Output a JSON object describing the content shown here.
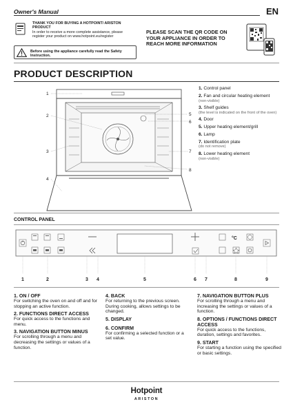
{
  "header": {
    "manual_title": "Owner's Manual",
    "language": "EN"
  },
  "thanks": {
    "heading_1": "THANK YOU FOR BUYING A HOTPOINT/ ARISTON",
    "heading_2": "PRODUCT",
    "body_1": "In order to receive a more complete assistance, please",
    "body_2": "register your product on www.hotpoint.eu/register"
  },
  "warning": {
    "line_1": "Before using the appliance carefully read the Safety",
    "line_2": "Instruction."
  },
  "qr": {
    "line_1": "PLEASE SCAN THE QR CODE ON",
    "line_2": "YOUR APPLIANCE IN ORDER TO",
    "line_3": "REACH MORE INFORMATION"
  },
  "product_description": {
    "title": "PRODUCT DESCRIPTION",
    "callouts": [
      "1",
      "2",
      "3",
      "4",
      "5",
      "6",
      "7",
      "8"
    ],
    "parts": [
      {
        "num": "1.",
        "label": "Control panel",
        "note": ""
      },
      {
        "num": "2.",
        "label": "Fan and circular heating element",
        "note": "(non-visible)"
      },
      {
        "num": "3.",
        "label": "Shelf guides",
        "note": "(the level is indicated on the front of the oven)"
      },
      {
        "num": "4.",
        "label": "Door",
        "note": ""
      },
      {
        "num": "5.",
        "label": "Upper heating element/grill",
        "note": ""
      },
      {
        "num": "6.",
        "label": "Lamp",
        "note": ""
      },
      {
        "num": "7.",
        "label": "Identification plate",
        "note": "(do not remove)"
      },
      {
        "num": "8.",
        "label": "Lower heating element",
        "note": "(non-visible)"
      }
    ]
  },
  "control_panel": {
    "title": "CONTROL PANEL",
    "display_unit": "°C",
    "numbers": [
      "1",
      "2",
      "3",
      "4",
      "5",
      "6",
      "7",
      "8",
      "9"
    ],
    "items": [
      {
        "head": "1. ON / OFF",
        "text": "For switching the oven on and off and for stopping an active function."
      },
      {
        "head": "2. FUNCTIONS DIRECT ACCESS",
        "text": "For quick access to the functions and menu."
      },
      {
        "head": "3. NAVIGATION BUTTON MINUS",
        "text": "For scrolling through a menu and decreasing the settings or values of a function."
      },
      {
        "head": "4. BACK",
        "text": "For returning to the previous screen. During cooking, allows settings to be changed."
      },
      {
        "head": "5. DISPLAY",
        "text": ""
      },
      {
        "head": "6. CONFIRM",
        "text": "For confirming a selected function or a set value."
      },
      {
        "head": "7. NAVIGATION BUTTON PLUS",
        "text": "For scrolling through a menu and increasing the settings or values of a function."
      },
      {
        "head": "8. OPTIONS / FUNCTIONS DIRECT ACCESS",
        "text": "For quick access to the functions, duration, settings and favorites."
      },
      {
        "head": "9. START",
        "text": "For starting a function using the specified or basic settings."
      }
    ]
  },
  "footer": {
    "brand": "Hotpoint",
    "brand_sub": "ARISTON"
  }
}
